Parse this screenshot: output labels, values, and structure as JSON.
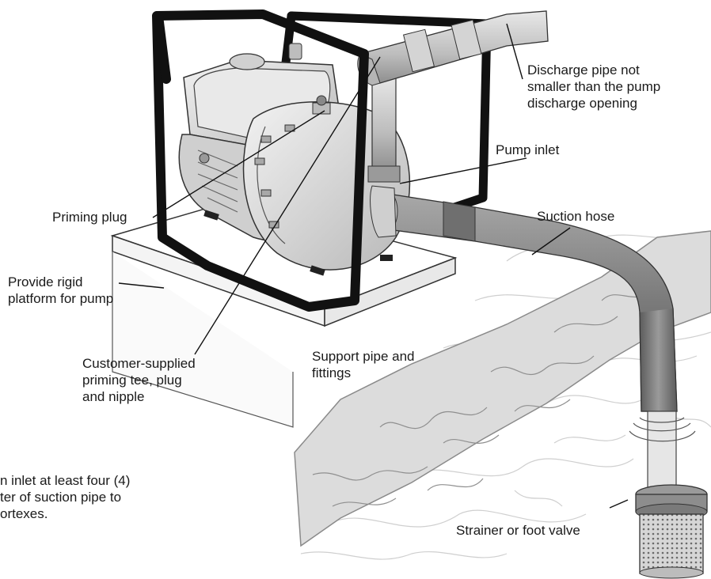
{
  "labels": {
    "discharge": {
      "line1": "Discharge pipe not",
      "line2": "smaller than the pump",
      "line3": "discharge opening"
    },
    "pump_inlet": "Pump inlet",
    "suction_hose": "Suction hose",
    "priming_plug": "Priming plug",
    "platform": {
      "line1": "Provide rigid",
      "line2": "platform for pump"
    },
    "support": {
      "line1": "Support pipe and",
      "line2": "fittings"
    },
    "customer": {
      "line1": "Customer-supplied",
      "line2": "priming tee, plug",
      "line3": "and nipple"
    },
    "strainer": "Strainer or foot valve",
    "inlet_note": {
      "line1": "n inlet at least four (4)",
      "line2": "ter of suction pipe to",
      "line3": "ortexes."
    }
  },
  "colors": {
    "frame": "#111111",
    "hose": "#8a8a8a",
    "pipe": "#c8c8c8",
    "ground": "#d9d9d9",
    "text": "#1a1a1a"
  }
}
